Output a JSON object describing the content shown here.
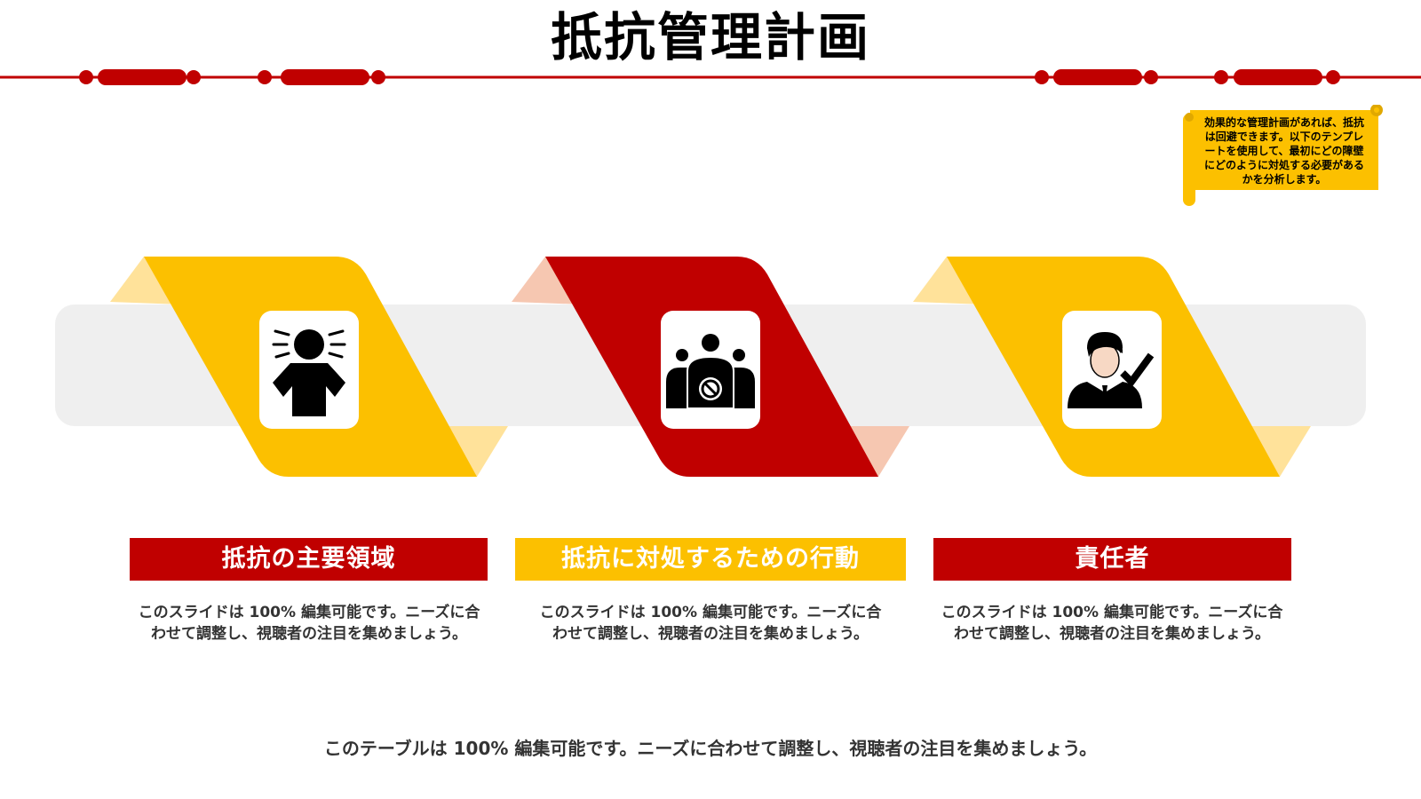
{
  "title": "抵抗管理計画",
  "note": "効果的な管理計画があれば、抵抗は回避できます。以下のテンプレートを使用して、最初にどの障壁にどのように対処する必要があるかを分析します。",
  "colors": {
    "red": "#c00000",
    "yellow": "#fcc000",
    "band": "#efefef"
  },
  "items": [
    {
      "label": "抵抗の主要領域",
      "icon": "frustrated-person-icon",
      "color": "#c00000",
      "description": "このスライドは 100% 編集可能です。ニーズに合わせて調整し、視聴者の注目を集めましょう。"
    },
    {
      "label": "抵抗に対処するための行動",
      "icon": "group-prohibited-icon",
      "color": "#fcc000",
      "description": "このスライドは 100% 編集可能です。ニーズに合わせて調整し、視聴者の注目を集めましょう。"
    },
    {
      "label": "責任者",
      "icon": "responsible-person-check-icon",
      "color": "#c00000",
      "description": "このスライドは 100% 編集可能です。ニーズに合わせて調整し、視聴者の注目を集めましょう。"
    }
  ],
  "footer": "このテーブルは 100% 編集可能です。ニーズに合わせて調整し、視聴者の注目を集めましょう。"
}
